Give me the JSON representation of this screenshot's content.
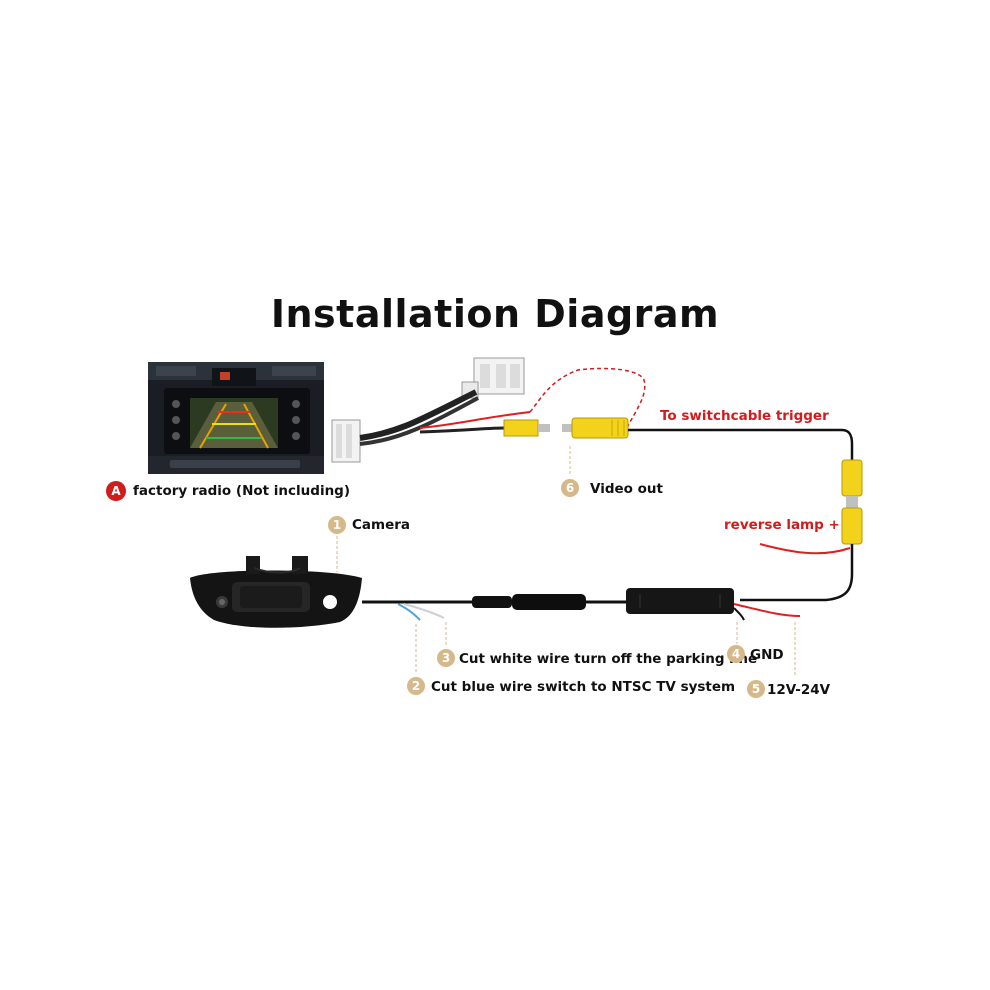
{
  "title": "Installation Diagram",
  "callouts": {
    "radio": {
      "badge": "A",
      "text": "factory radio (Not including)"
    },
    "camera": {
      "badge": "1",
      "text": "Camera"
    },
    "blue_wire": {
      "badge": "2",
      "text": "Cut blue wire switch to NTSC TV system"
    },
    "white_wire": {
      "badge": "3",
      "text": "Cut white wire turn off the parking line"
    },
    "gnd": {
      "badge": "4",
      "text": "GND"
    },
    "power": {
      "badge": "5",
      "text": "12V-24V"
    },
    "video_out": {
      "badge": "6",
      "text": "Video out"
    }
  },
  "wire_labels": {
    "trigger": "To switchcable trigger",
    "reverse_lamp": "reverse lamp +"
  },
  "colors": {
    "label_red": "#d01c1c",
    "badge_tan": "#d6b98a",
    "rca_yellow": "#f2d21b",
    "cable_black": "#111111",
    "wire_red": "#e02020",
    "wire_blue": "#4aa3df"
  }
}
